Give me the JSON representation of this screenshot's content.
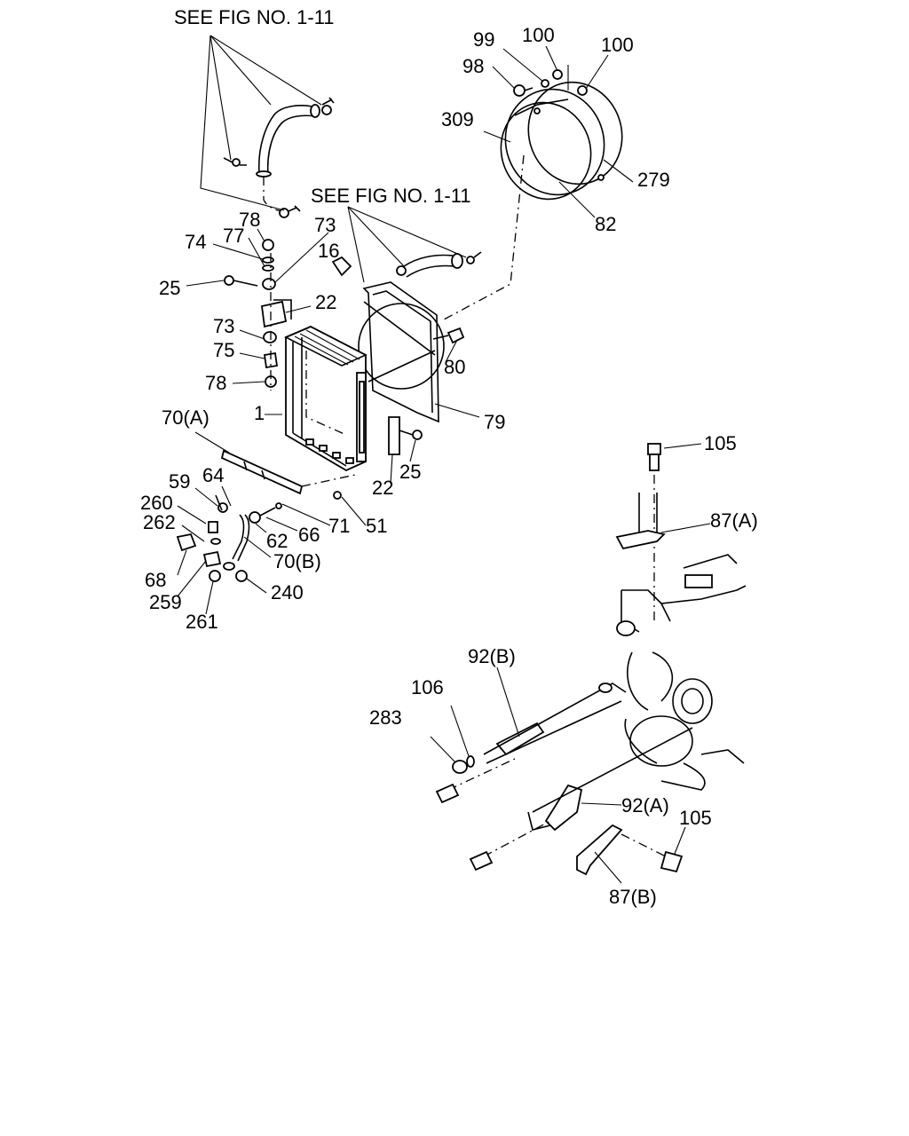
{
  "labels": {
    "see_fig_top": "SEE FIG NO. 1-11",
    "see_fig_mid": "SEE FIG NO. 1-11",
    "l_99": "99",
    "l_100a": "100",
    "l_100b": "100",
    "l_98": "98",
    "l_309": "309",
    "l_279": "279",
    "l_82": "82",
    "l_78a": "78",
    "l_73a": "73",
    "l_74": "74",
    "l_77": "77",
    "l_16": "16",
    "l_25a": "25",
    "l_22a": "22",
    "l_73b": "73",
    "l_75": "75",
    "l_80": "80",
    "l_78b": "78",
    "l_1": "1",
    "l_79": "79",
    "l_70a": "70(A)",
    "l_25b": "25",
    "l_22b": "22",
    "l_59": "59",
    "l_64": "64",
    "l_260": "260",
    "l_262": "262",
    "l_71": "71",
    "l_51": "51",
    "l_62": "62",
    "l_66": "66",
    "l_70b": "70(B)",
    "l_68": "68",
    "l_240": "240",
    "l_259": "259",
    "l_261": "261",
    "l_105a": "105",
    "l_87a": "87(A)",
    "l_92b": "92(B)",
    "l_106": "106",
    "l_283": "283",
    "l_92a": "92(A)",
    "l_105b": "105",
    "l_87b": "87(B)"
  }
}
